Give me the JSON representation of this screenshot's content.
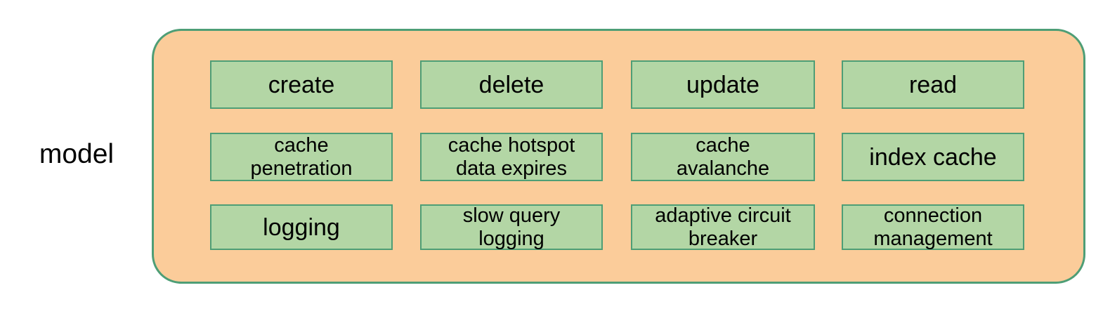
{
  "diagram": {
    "side_label": "model",
    "colors": {
      "group_fill": "#FBCC9A",
      "group_border": "#4E9E76",
      "node_fill": "#B3D6A5",
      "node_border": "#4E9E76",
      "text": "#000000",
      "background": "#FFFFFF"
    },
    "columns": [
      {
        "name": "create",
        "nodes": [
          {
            "label": "create",
            "lines": 1
          },
          {
            "label": "cache\npenetration",
            "lines": 2
          },
          {
            "label": "logging",
            "lines": 1
          }
        ]
      },
      {
        "name": "delete",
        "nodes": [
          {
            "label": "delete",
            "lines": 1
          },
          {
            "label": "cache hotspot\ndata expires",
            "lines": 2
          },
          {
            "label": "slow query\nlogging",
            "lines": 2
          }
        ]
      },
      {
        "name": "update",
        "nodes": [
          {
            "label": "update",
            "lines": 1
          },
          {
            "label": "cache\navalanche",
            "lines": 2
          },
          {
            "label": "adaptive circuit\nbreaker",
            "lines": 2
          }
        ]
      },
      {
        "name": "read",
        "nodes": [
          {
            "label": "read",
            "lines": 1
          },
          {
            "label": "index cache",
            "lines": 1
          },
          {
            "label": "connection\nmanagement",
            "lines": 2
          }
        ]
      }
    ]
  }
}
